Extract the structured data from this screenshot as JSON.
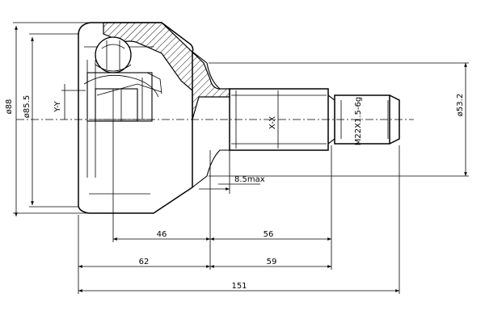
{
  "dimensions": {
    "dia_88": "ø88",
    "dia_85_5": "ø85.5",
    "dia_53_2": "ø53.2",
    "axis_y": "Y-Y",
    "axis_x": "X-X",
    "thread": "M22X1.5-6g",
    "spline_depth": "8.5max",
    "len_46": "46",
    "len_56": "56",
    "len_62": "62",
    "len_59": "59",
    "len_151": "151"
  }
}
